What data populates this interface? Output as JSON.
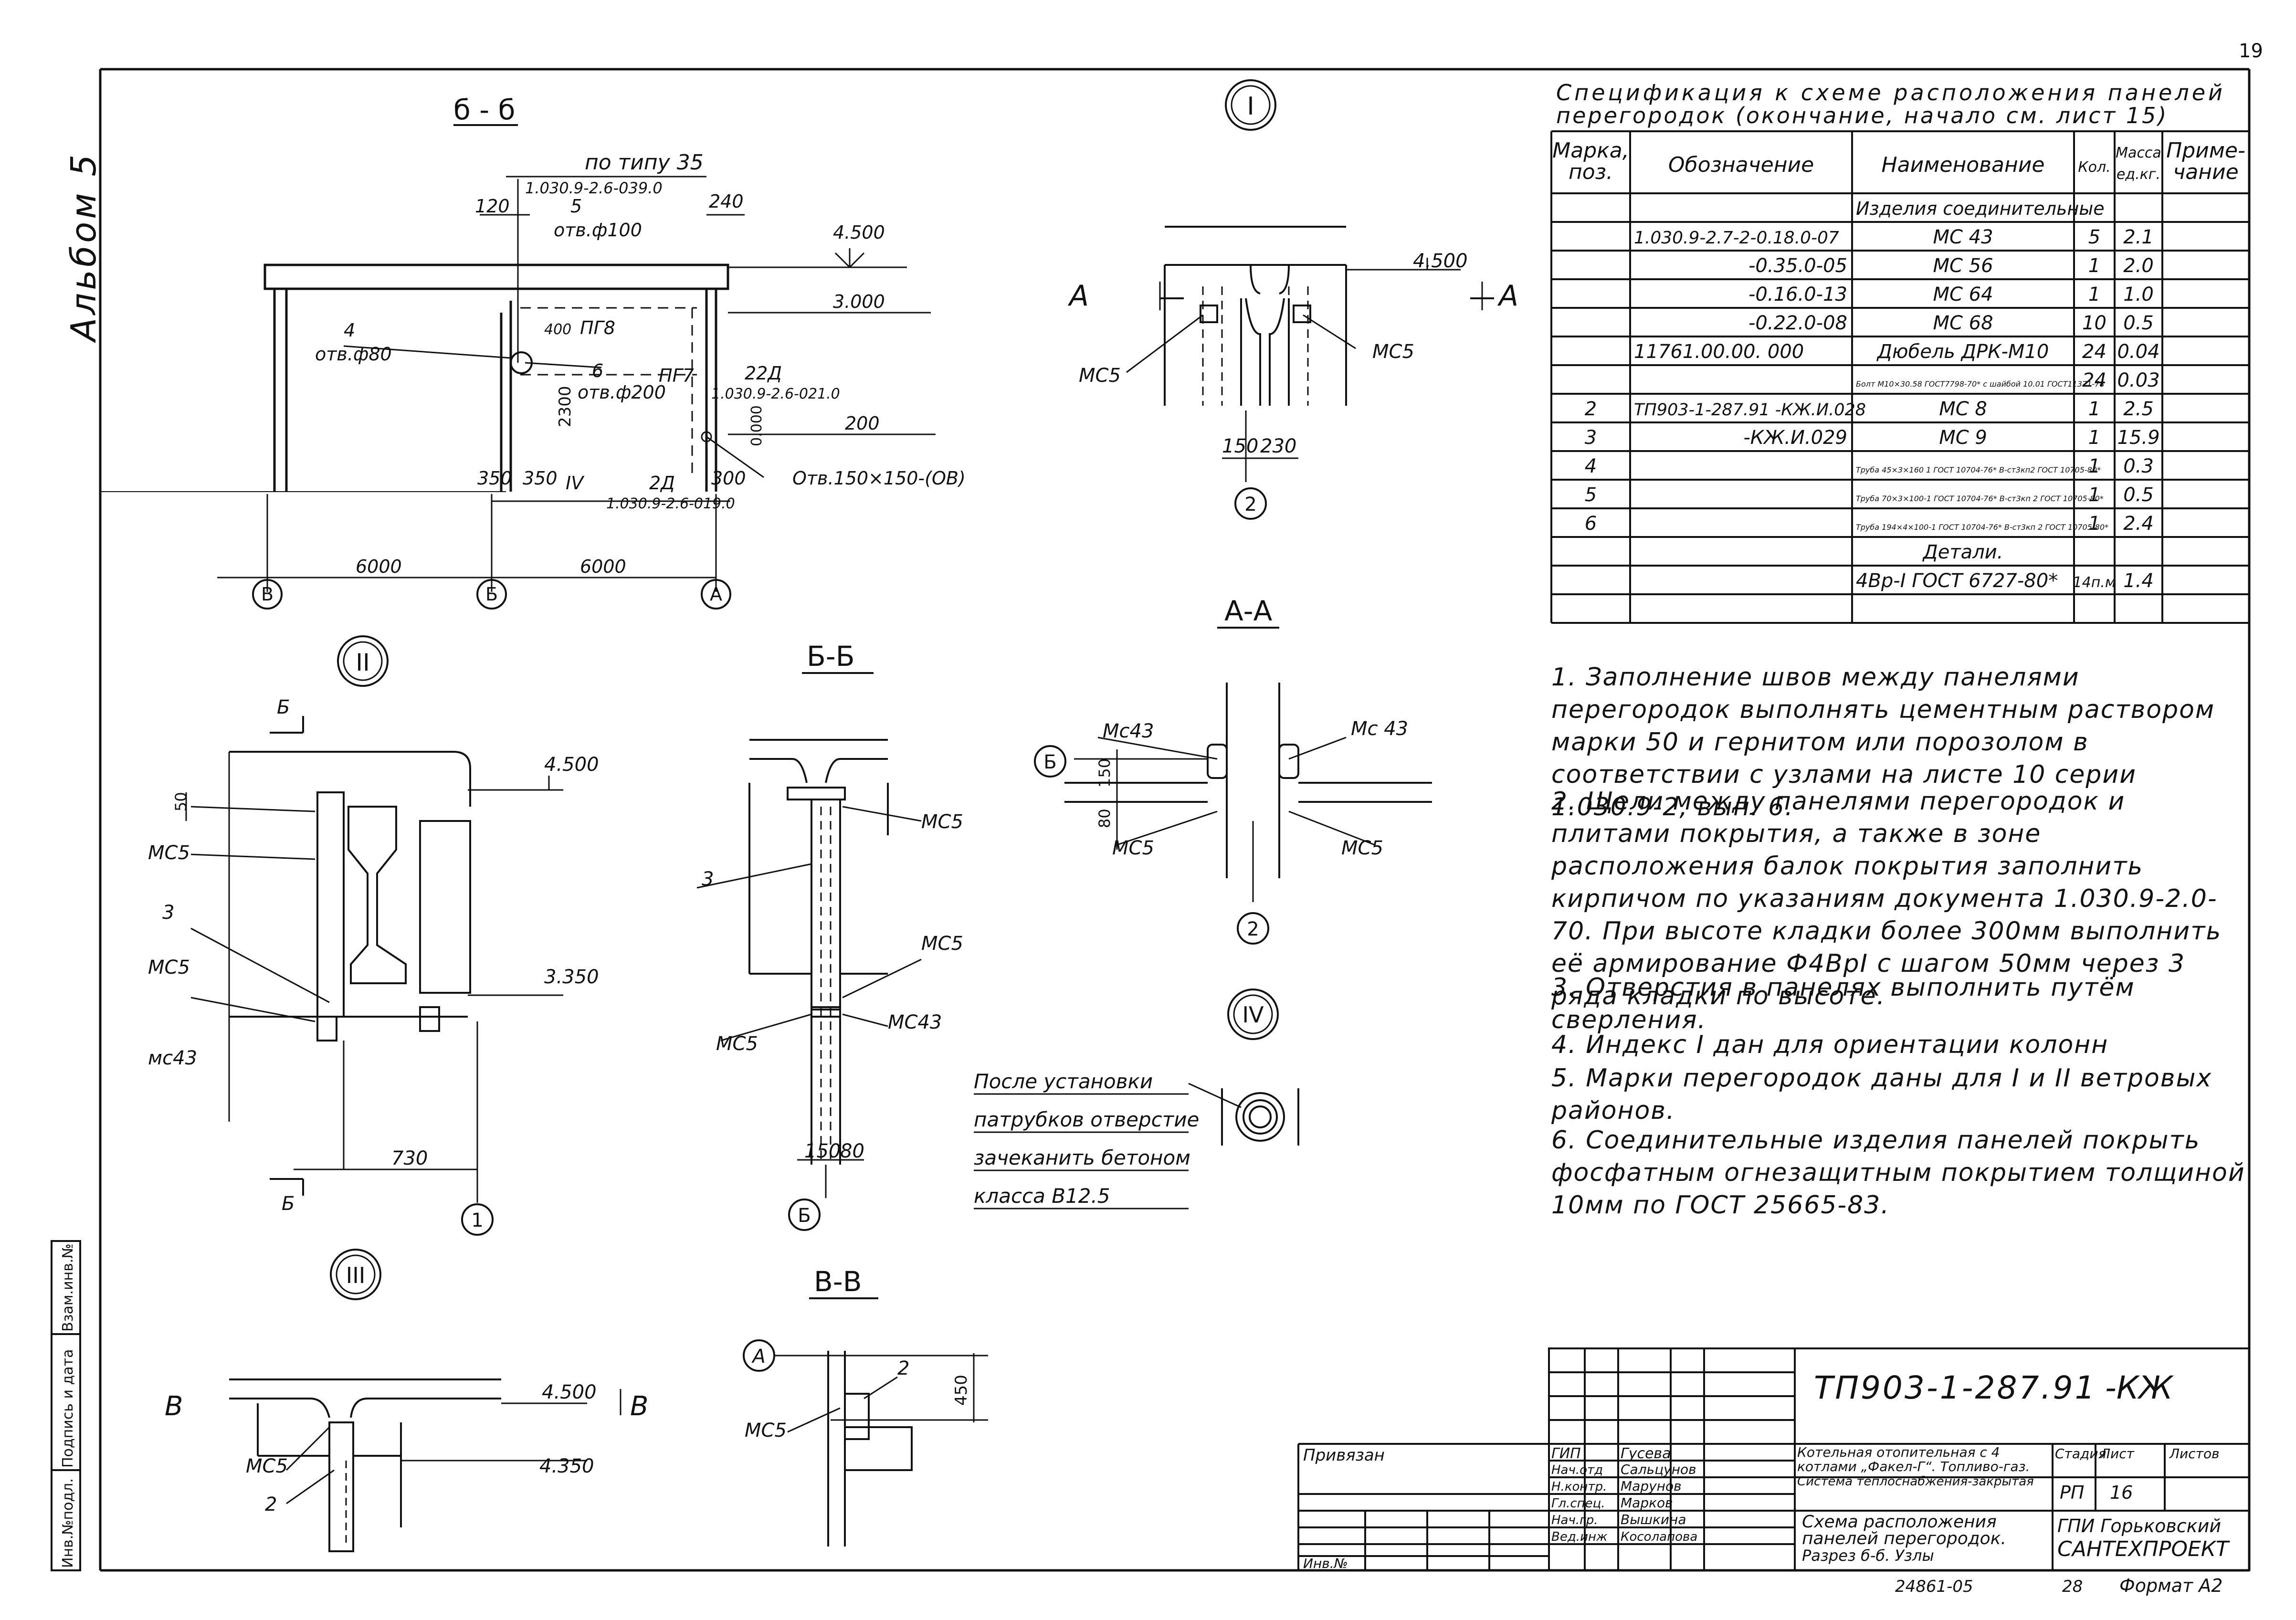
{
  "side_album": "Альбом 5",
  "page_corner": "19",
  "left_stamp": [
    "Инв.№подл.",
    "Подпись и дата",
    "Взам.инв.№"
  ],
  "views": {
    "section_66_top": {
      "title": "б - б",
      "labels": [
        "по типу 35",
        "1.030.9-2.6-039.0",
        "120",
        "5",
        "отв.ф100",
        "240",
        "4.500",
        "3.000",
        "4",
        "отв.ф80",
        "ПГ8",
        "400",
        "6",
        "отв.ф200",
        "ПГ7",
        "22Д",
        "1.030.9-2.6-021.0",
        "2300",
        "200",
        "0.000",
        "350",
        "350",
        "IV",
        "2Д",
        "300",
        "1.030.9-2.6-019.0",
        "Отв.150×150-(ОВ)",
        "6000",
        "6000"
      ],
      "axes": [
        "В",
        "Б",
        "А"
      ]
    },
    "node_I": {
      "roman": "I",
      "labels": [
        "4.500",
        "А",
        "А",
        "МС5",
        "МС5",
        "150",
        "230"
      ],
      "axis": "2"
    },
    "section_AA": {
      "title": "А-А",
      "labels": [
        "Мс43",
        "Мс 43",
        "150",
        "80",
        "МС5",
        "МС5"
      ],
      "axes": [
        "Б",
        "2"
      ]
    },
    "node_II": {
      "roman": "II",
      "labels": [
        "Б",
        "4.500",
        "50",
        "МС5",
        "3",
        "МС5",
        "3.350",
        "мс43",
        "730",
        "Б"
      ],
      "axis": "1"
    },
    "section_BB": {
      "title": "Б-Б",
      "labels": [
        "МС5",
        "3",
        "МС5",
        "МС5",
        "МС43",
        "150",
        "80"
      ],
      "axis": "Б"
    },
    "node_IV": {
      "roman": "IV",
      "note_lines": [
        "После установки",
        "патрубков отверстие",
        "зачеканить бетоном",
        "класса   В12.5"
      ]
    },
    "node_III": {
      "roman": "III",
      "labels": [
        "4.500",
        "В",
        "В",
        "МС5",
        "2",
        "4.350"
      ]
    },
    "section_VV": {
      "title": "В-В",
      "labels": [
        "А",
        "2",
        "МС5",
        "450"
      ]
    }
  },
  "spec": {
    "title_lines": [
      "Спецификация  к схеме расположения  панелей",
      "перегородок (окончание, начало  см. лист 15)"
    ],
    "headers": [
      "Марка, поз.",
      "Обозначение",
      "Наименование",
      "Кол.",
      "Масса ед.кг.",
      "Приме- чание"
    ],
    "rows": [
      [
        "",
        "",
        "Изделия соединительные",
        "",
        "",
        ""
      ],
      [
        "",
        "1.030.9-2.7-2-0.18.0-07",
        "МС 43",
        "5",
        "2.1",
        ""
      ],
      [
        "",
        "-0.35.0-05",
        "МС 56",
        "1",
        "2.0",
        ""
      ],
      [
        "",
        "-0.16.0-13",
        "МС 64",
        "1",
        "1.0",
        ""
      ],
      [
        "",
        "-0.22.0-08",
        "МС 68",
        "10",
        "0.5",
        ""
      ],
      [
        "",
        "11761.00.00. 000",
        "Дюбель ДРК-М10",
        "24",
        "0.04",
        ""
      ],
      [
        "",
        "",
        "Болт М10×30.58 ГОСТ7798-70* с шайбой 10.01 ГОСТ11371-78",
        "24",
        "0.03",
        ""
      ],
      [
        "2",
        "ТП903-1-287.91 -КЖ.И.028",
        "МС 8",
        "1",
        "2.5",
        ""
      ],
      [
        "3",
        "-КЖ.И.029",
        "МС 9",
        "1",
        "15.9",
        ""
      ],
      [
        "4",
        "",
        "Труба 45×3×160 1 ГОСТ 10704-76* В-ст3кп2 ГОСТ 10705-80*",
        "1",
        "0.3",
        ""
      ],
      [
        "5",
        "",
        "Труба 70×3×100-1 ГОСТ 10704-76* В-ст3кп 2 ГОСТ 10705-80*",
        "1",
        "0.5",
        ""
      ],
      [
        "6",
        "",
        "Труба 194×4×100-1 ГОСТ 10704-76* В-ст3кп 2 ГОСТ 10705-80*",
        "1",
        "2.4",
        ""
      ],
      [
        "",
        "",
        "Детали.",
        "",
        "",
        ""
      ],
      [
        "",
        "",
        "4Вр-I ГОСТ 6727-80*",
        "14п.м",
        "1.4",
        ""
      ],
      [
        "",
        "",
        "",
        "",
        "",
        ""
      ]
    ]
  },
  "notes": [
    "1. Заполнение швов между панелями перегородок выполнять цементным раствором марки 50 и гернитом или порозолом в соответствии с узлами на листе 10 серии 1.030.9-2, вып. 6.",
    "2. Щели между панелями перегородок и плитами покрытия, а также в зоне расположения балок покрытия заполнить кирпичом по указаниям документа 1.030.9-2.0-70. При высоте кладки более 300мм выполнить её армирование Ф4ВрI с шагом 50мм через 3 ряда кладки по высоте.",
    "3. Отверстия в панелях выполнить путём сверления.",
    "4. Индекс I дан для ориентации колонн",
    "5. Марки перегородок даны для I и II ветровых районов.",
    "6. Соединительные изделия панелей покрыть фосфатным огнезащитным покрытием толщиной 10мм по ГОСТ 25665-83."
  ],
  "title_block": {
    "doc_code": "ТП903-1-287.91",
    "doc_suffix": "-КЖ",
    "bound": "Привязан",
    "inv": "Инв.№",
    "roles": [
      "ГИП",
      "Нач.отд",
      "Н.контр.",
      "Гл.спец.",
      "Нач.гр.",
      "Вед.инж"
    ],
    "names": [
      "Гусева",
      "Сальцунов",
      "Марунов",
      "Марков",
      "Вышкина",
      "Косолапова"
    ],
    "project": [
      "Котельная отопительная с 4",
      "котлами „Факел-Г“. Топливо-газ.",
      "Система теплоснабжения-закрытая"
    ],
    "sheet_title": [
      "Схема расположения",
      "панелей перегородок.",
      "Разрез б-б. Узлы"
    ],
    "stage_hdr": "Стадия",
    "sheet_hdr": "Лист",
    "sheets_hdr": "Листов",
    "stage": "РП",
    "sheet": "16",
    "sheets": "",
    "org": [
      "ГПИ Горьковский",
      "САНТЕХПРОЕКТ"
    ],
    "archive": "24861-05",
    "page": "28",
    "format": "Формат А2"
  }
}
